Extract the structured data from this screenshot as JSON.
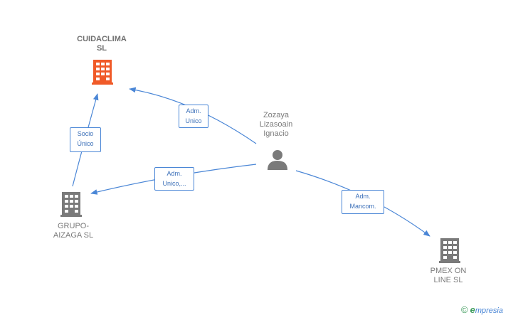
{
  "nodes": {
    "cuidaclima": {
      "label": "CUIDACLIMA\nSL",
      "kind": "company",
      "color": "#f05a28"
    },
    "grupo_aizaga": {
      "label": "GRUPO-\nAIZAGA SL",
      "kind": "company",
      "color": "#7a7a7a"
    },
    "pmex": {
      "label": "PMEX ON\nLINE  SL",
      "kind": "company",
      "color": "#7a7a7a"
    },
    "zozaya": {
      "label": "Zozaya\nLizasoain\nIgnacio",
      "kind": "person",
      "color": "#7a7a7a"
    }
  },
  "edges": [
    {
      "from": "zozaya",
      "to": "cuidaclima",
      "label": "Adm.\nUnico"
    },
    {
      "from": "grupo_aizaga",
      "to": "cuidaclima",
      "label": "Socio\nÚnico"
    },
    {
      "from": "zozaya",
      "to": "grupo_aizaga",
      "label": "Adm.\nUnico,..."
    },
    {
      "from": "zozaya",
      "to": "pmex",
      "label": "Adm.\nMancom."
    }
  ],
  "colors": {
    "edge": "#4a86d6",
    "focus_company": "#f05a28",
    "company": "#7a7a7a"
  },
  "watermark": {
    "symbol": "©",
    "brand_initial": "e",
    "brand_rest": "mpresia"
  }
}
